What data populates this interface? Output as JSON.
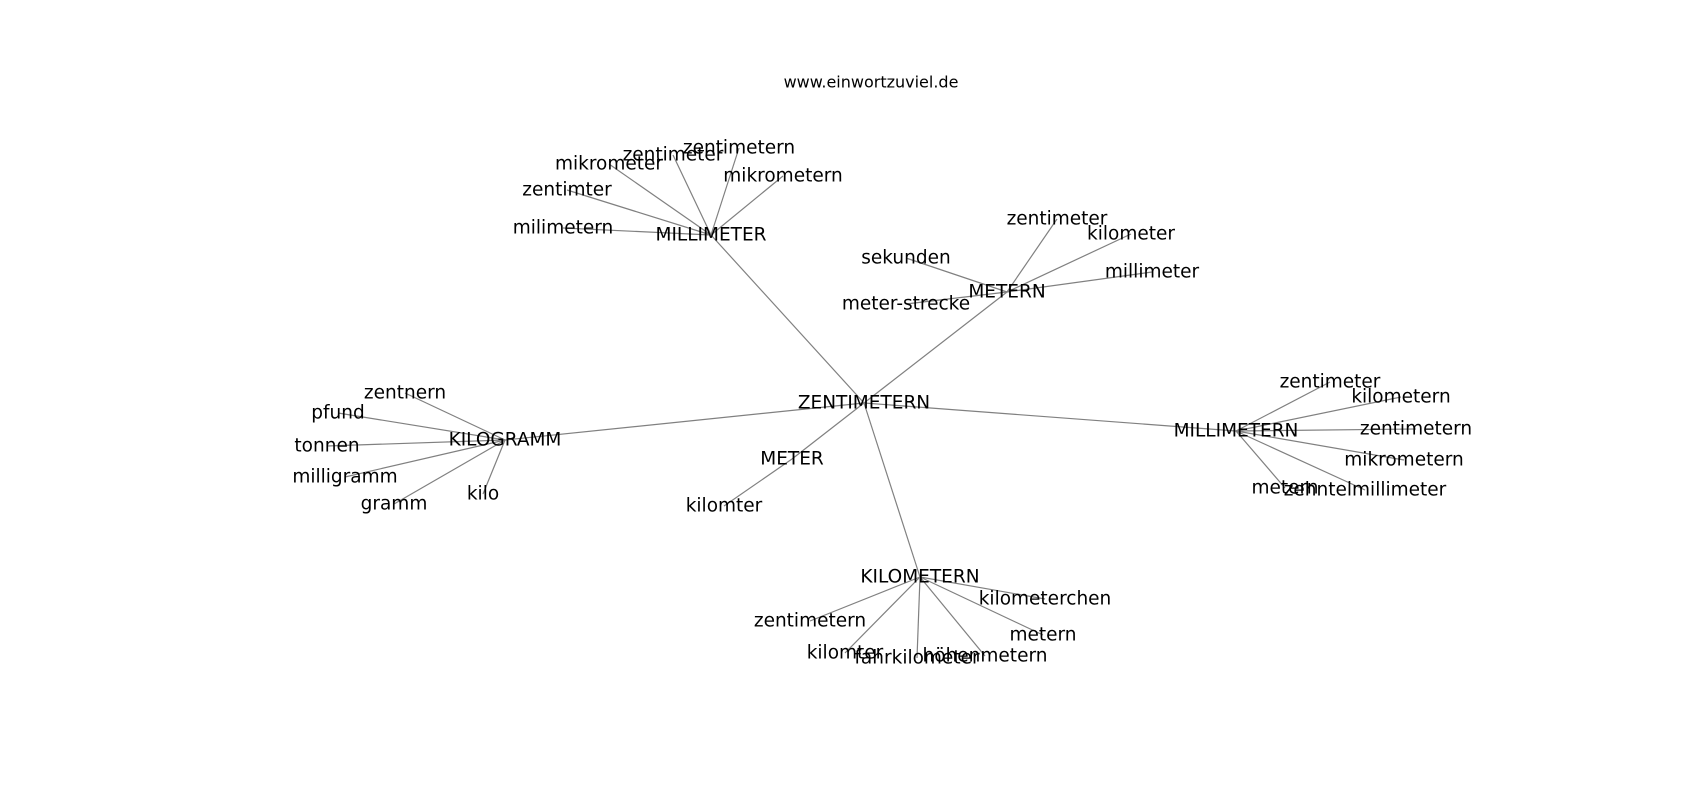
{
  "source": "www.einwortzuviel.de",
  "graph": {
    "root": "ZENTIMETERN",
    "nodes": [
      {
        "id": "root",
        "label": "ZENTIMETERN"
      },
      {
        "id": "mm1",
        "label": "MILLIMETER"
      },
      {
        "id": "mm1_a",
        "label": "zentimetern"
      },
      {
        "id": "mm1_b",
        "label": "zentimeter"
      },
      {
        "id": "mm1_c",
        "label": "mikrometer"
      },
      {
        "id": "mm1_d",
        "label": "mikrometern"
      },
      {
        "id": "mm1_e",
        "label": "zentimter"
      },
      {
        "id": "mm1_f",
        "label": "milimetern"
      },
      {
        "id": "mt",
        "label": "METERN"
      },
      {
        "id": "mt_a",
        "label": "zentimeter"
      },
      {
        "id": "mt_b",
        "label": "kilometer"
      },
      {
        "id": "mt_c",
        "label": "sekunden"
      },
      {
        "id": "mt_d",
        "label": "millimeter"
      },
      {
        "id": "mt_e",
        "label": "meter-strecke"
      },
      {
        "id": "kg",
        "label": "KILOGRAMM"
      },
      {
        "id": "kg_a",
        "label": "zentnern"
      },
      {
        "id": "kg_b",
        "label": "pfund"
      },
      {
        "id": "kg_c",
        "label": "tonnen"
      },
      {
        "id": "kg_d",
        "label": "milligramm"
      },
      {
        "id": "kg_e",
        "label": "gramm"
      },
      {
        "id": "kg_f",
        "label": "kilo"
      },
      {
        "id": "me",
        "label": "METER"
      },
      {
        "id": "me_a",
        "label": "kilomter"
      },
      {
        "id": "mm2",
        "label": "MILLIMETERN"
      },
      {
        "id": "mm2_a",
        "label": "zentimeter"
      },
      {
        "id": "mm2_b",
        "label": "kilometern"
      },
      {
        "id": "mm2_c",
        "label": "zentimetern"
      },
      {
        "id": "mm2_d",
        "label": "mikrometern"
      },
      {
        "id": "mm2_e",
        "label": "metern"
      },
      {
        "id": "mm2_f",
        "label": "zehntelmillimeter"
      },
      {
        "id": "km",
        "label": "KILOMETERN"
      },
      {
        "id": "km_a",
        "label": "kilometerchen"
      },
      {
        "id": "km_b",
        "label": "zentimetern"
      },
      {
        "id": "km_c",
        "label": "metern"
      },
      {
        "id": "km_d",
        "label": "kilomter"
      },
      {
        "id": "km_e",
        "label": "fahrkilometer"
      },
      {
        "id": "km_f",
        "label": "höhenmetern"
      }
    ],
    "edges": [
      [
        "root",
        "mm1"
      ],
      [
        "root",
        "mt"
      ],
      [
        "root",
        "kg"
      ],
      [
        "root",
        "me"
      ],
      [
        "root",
        "mm2"
      ],
      [
        "root",
        "km"
      ],
      [
        "mm1",
        "mm1_a"
      ],
      [
        "mm1",
        "mm1_b"
      ],
      [
        "mm1",
        "mm1_c"
      ],
      [
        "mm1",
        "mm1_d"
      ],
      [
        "mm1",
        "mm1_e"
      ],
      [
        "mm1",
        "mm1_f"
      ],
      [
        "mt",
        "mt_a"
      ],
      [
        "mt",
        "mt_b"
      ],
      [
        "mt",
        "mt_c"
      ],
      [
        "mt",
        "mt_d"
      ],
      [
        "mt",
        "mt_e"
      ],
      [
        "kg",
        "kg_a"
      ],
      [
        "kg",
        "kg_b"
      ],
      [
        "kg",
        "kg_c"
      ],
      [
        "kg",
        "kg_d"
      ],
      [
        "kg",
        "kg_e"
      ],
      [
        "kg",
        "kg_f"
      ],
      [
        "me",
        "me_a"
      ],
      [
        "mm2",
        "mm2_a"
      ],
      [
        "mm2",
        "mm2_b"
      ],
      [
        "mm2",
        "mm2_c"
      ],
      [
        "mm2",
        "mm2_d"
      ],
      [
        "mm2",
        "mm2_e"
      ],
      [
        "mm2",
        "mm2_f"
      ],
      [
        "km",
        "km_a"
      ],
      [
        "km",
        "km_b"
      ],
      [
        "km",
        "km_c"
      ],
      [
        "km",
        "km_d"
      ],
      [
        "km",
        "km_e"
      ],
      [
        "km",
        "km_f"
      ]
    ]
  },
  "colors": {
    "edge": "#808080",
    "text": "#000000",
    "background": "#ffffff"
  }
}
